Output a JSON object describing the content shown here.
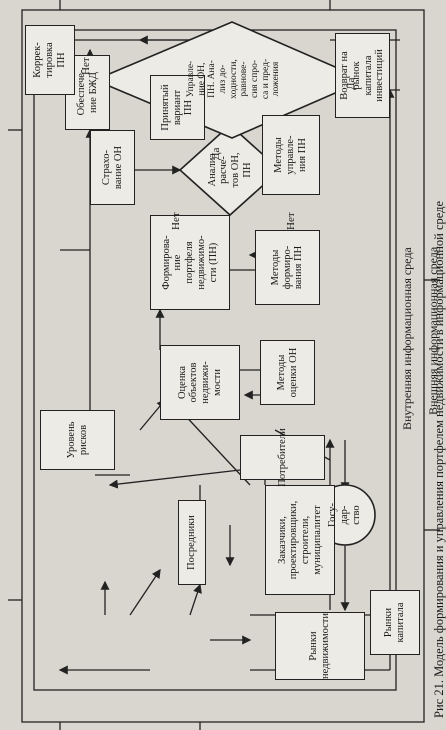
{
  "caption": "Рис 21. Модель формирования и управления портфелем недвижимости в информационной среде",
  "external_env": "Внешняя информационная среда",
  "internal_env": "Внутренняя информационная среда",
  "boxes": {
    "real_estate_markets": "Рынки\nнедвижимости",
    "customers": "Заказчики,\nпроектировщики,\nстроители,\nмуниципалитет",
    "state": "Госу-\nдар-\nство",
    "capital_markets": "Рынки\nкапитала",
    "intermediaries": "Посредники",
    "consumers": "Потребители",
    "risk_level": "Уровень\nрисков",
    "valuation": "Оценка\nобъектов\nнедвижи-\nмости",
    "valuation_methods": "Методы\nоценки ОН",
    "portfolio_formation": "Формирова-\nние\nпортфеля\nнедвижимо-\nсти (ПН)",
    "formation_methods": "Методы\nформиро-\nвания ПН",
    "analysis": "Анализ\nрасче-\nтов ОН,\nПН",
    "insurance": "Страхо-\nвание ОН",
    "accepted_variant": "Принятый\nвариант\nПН",
    "management_methods": "Методы\nуправле-\nния ПН",
    "safety": "Обеспече-\nние БЖД",
    "correction": "Коррек-\nтировка\nПН",
    "management_decision": "Управле-\nние ОН,\nПН. Ана-\nлиз до-\nходности,\nравнове-\nсия спро-\nса и пред-\nложения",
    "return": "Возврат на\nрынок\nкапитала\nинвестиций"
  },
  "labels": {
    "yes1": "Да",
    "no1a": "Нет",
    "no1b": "Нет",
    "yes2": "Да",
    "no2": "Нет"
  }
}
